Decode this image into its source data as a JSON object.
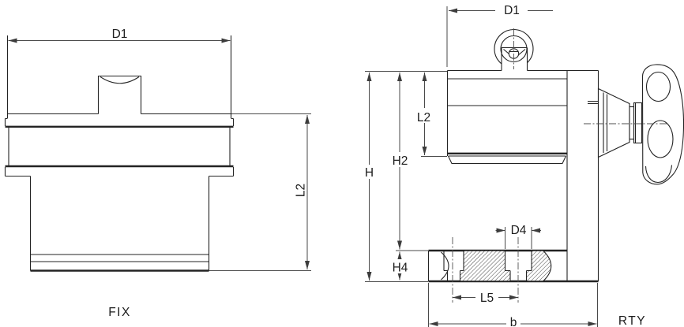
{
  "drawing": {
    "kind": "technical-drawing-two-views",
    "views": {
      "fix": {
        "caption": "FIX",
        "dims": {
          "d1": "D1",
          "l2": "L2"
        }
      },
      "rty": {
        "caption": "RTY",
        "dims": {
          "d1": "D1",
          "h": "H",
          "h2": "H2",
          "l2": "L2",
          "h4": "H4",
          "d4": "D4",
          "l5": "L5",
          "b": "b"
        }
      }
    },
    "colors": {
      "background": "#ffffff",
      "outline": "#232323",
      "dimension": "#4a4a4a",
      "hatch": "#454545"
    }
  }
}
